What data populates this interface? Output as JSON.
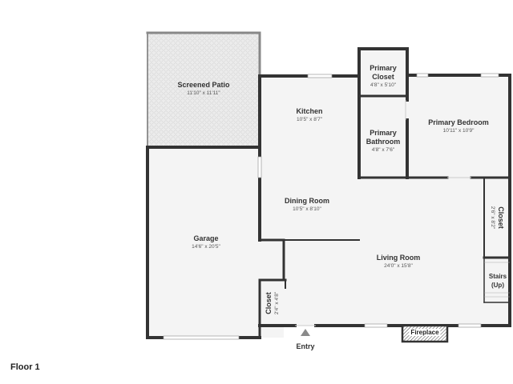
{
  "floor_label": "Floor 1",
  "entry_label": "Entry",
  "fireplace_label": "Fireplace",
  "stairs": {
    "line1": "Stairs",
    "line2": "(Up)"
  },
  "rooms": {
    "screened_patio": {
      "name": "Screened Patio",
      "dims": "11'10\" x 11'11\""
    },
    "kitchen": {
      "name": "Kitchen",
      "dims": "10'5\" x 8'7\""
    },
    "primary_closet": {
      "name": "Primary Closet",
      "name_line1": "Primary",
      "name_line2": "Closet",
      "dims": "4'8\" x 5'10\""
    },
    "primary_bedroom": {
      "name": "Primary Bedroom",
      "dims": "10'11\" x 10'9\""
    },
    "primary_bathroom": {
      "name_line1": "Primary",
      "name_line2": "Bathroom",
      "dims": "4'8\" x 7'6\""
    },
    "dining_room": {
      "name": "Dining Room",
      "dims": "10'5\" x 8'10\""
    },
    "garage": {
      "name": "Garage",
      "dims": "14'6\" x 20'5\""
    },
    "living_room": {
      "name": "Living Room",
      "dims": "24'0\" x 15'8\""
    },
    "closet_right": {
      "name": "Closet",
      "dims": "2'6\" x 8'2\""
    },
    "closet_left": {
      "name": "Closet",
      "dims": "2'4\" x 4'8\""
    }
  },
  "colors": {
    "wall": "#333333",
    "floor": "#f4f4f4",
    "patio": "#e8e8e8",
    "window": "#cfcfcf"
  }
}
